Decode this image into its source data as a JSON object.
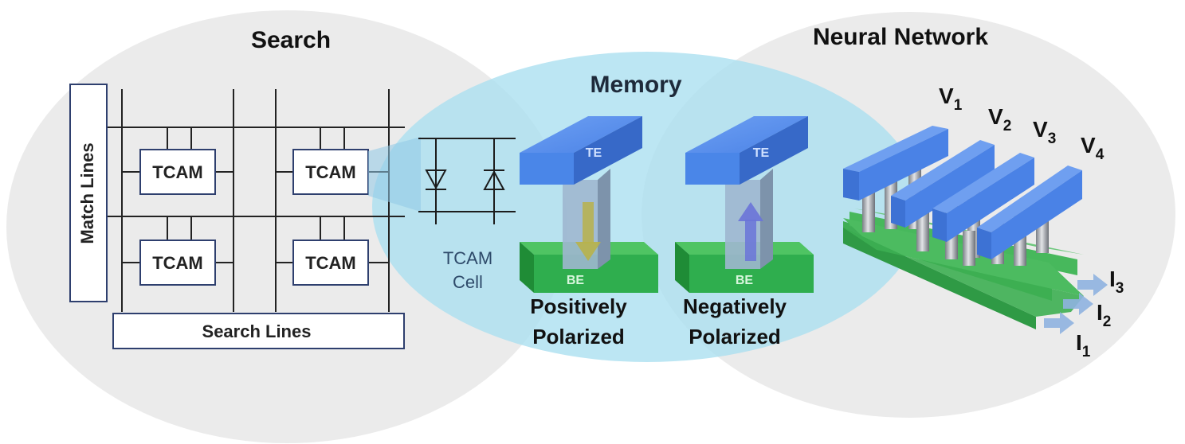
{
  "search": {
    "title": "Search",
    "match_lines": "Match Lines",
    "search_lines": "Search Lines",
    "cells": [
      "TCAM",
      "TCAM",
      "TCAM",
      "TCAM"
    ]
  },
  "memory": {
    "title": "Memory",
    "tcam_cell": [
      "TCAM",
      "Cell"
    ],
    "device_pos": {
      "top": "TE",
      "bottom": "BE",
      "caption": [
        "Positively",
        "Polarized"
      ]
    },
    "device_neg": {
      "top": "TE",
      "bottom": "BE",
      "caption": [
        "Negatively",
        "Polarized"
      ]
    }
  },
  "neural": {
    "title": "Neural Network",
    "voltages": [
      {
        "base": "V",
        "sub": "1"
      },
      {
        "base": "V",
        "sub": "2"
      },
      {
        "base": "V",
        "sub": "3"
      },
      {
        "base": "V",
        "sub": "4"
      }
    ],
    "currents": [
      {
        "base": "I",
        "sub": "3"
      },
      {
        "base": "I",
        "sub": "2"
      },
      {
        "base": "I",
        "sub": "1"
      }
    ]
  },
  "colors": {
    "search_bubble": "#ebebeb",
    "memory_bubble": "#a9dff0",
    "te_blue": "#4a86e8",
    "be_green": "#2fae4e",
    "line_navy": "#2e3f6e"
  }
}
